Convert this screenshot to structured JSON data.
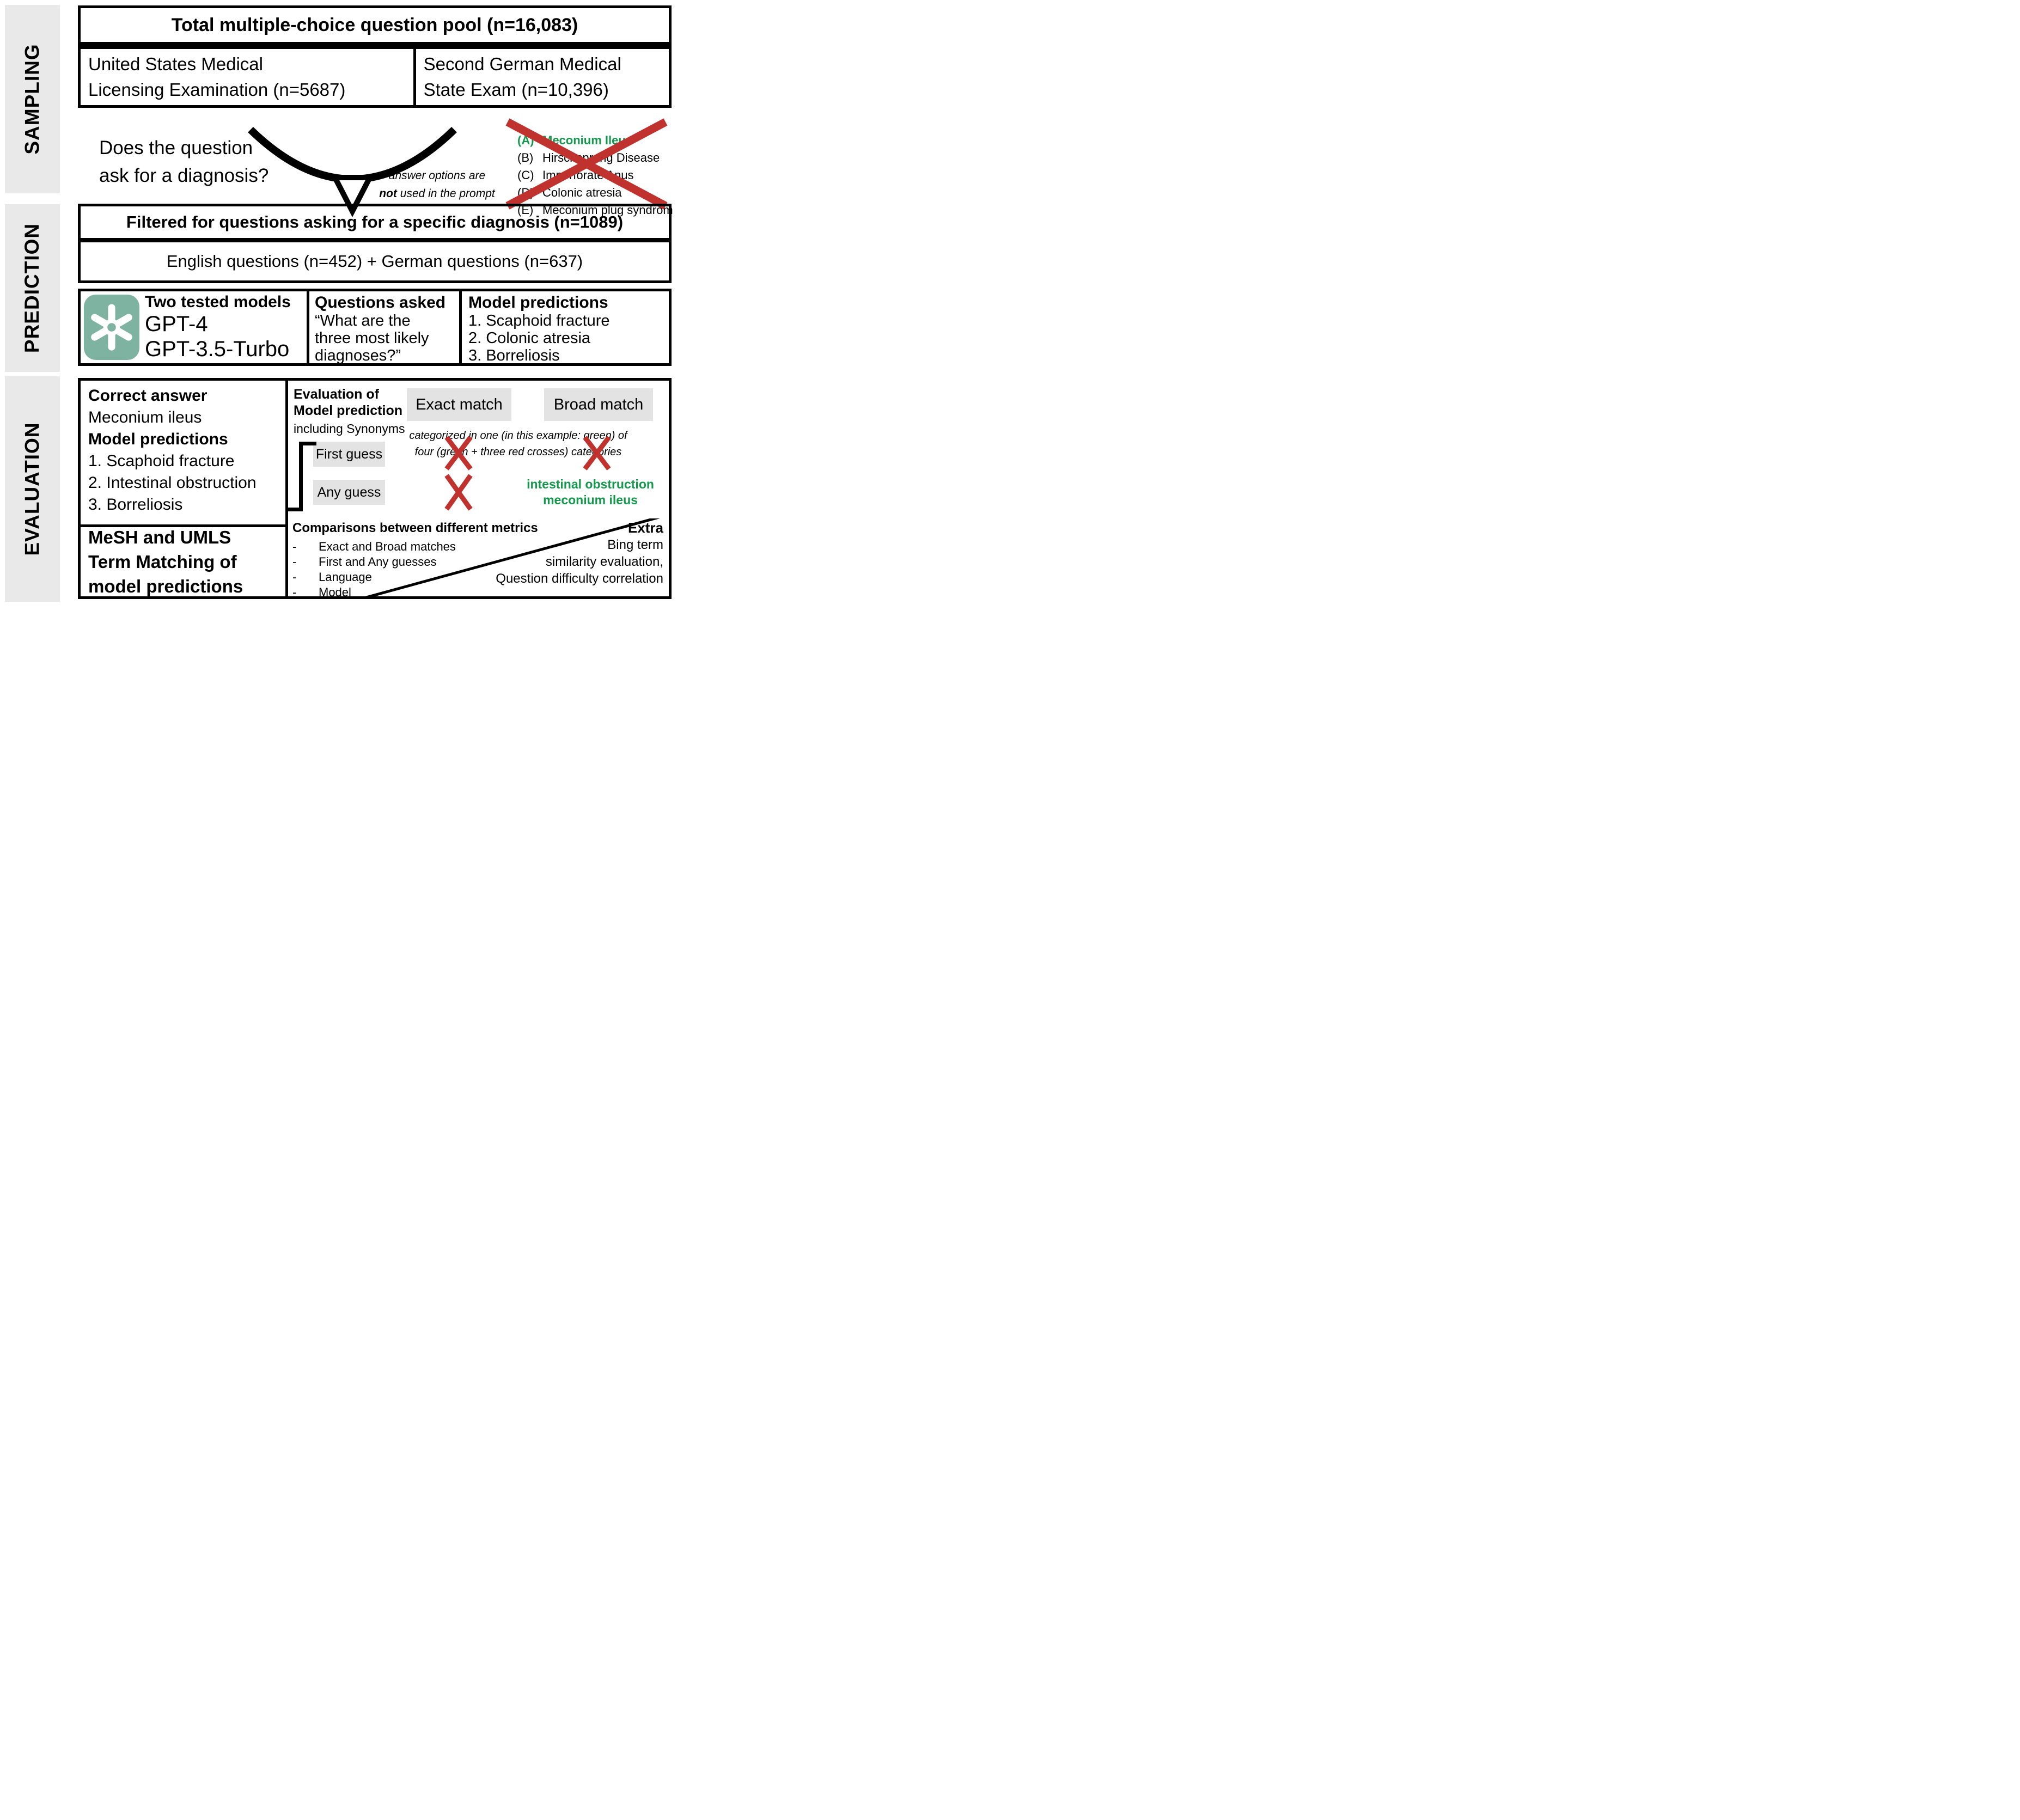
{
  "colors": {
    "cross_red": "#c0322e",
    "match_green": "#14994c",
    "logo_teal": "#7eb3a1",
    "chip_gray": "#e3e3e3",
    "sidebar_gray": "#e9e9e9"
  },
  "sidebar": {
    "items": [
      {
        "label": "SAMPLING"
      },
      {
        "label": "PREDICTION"
      },
      {
        "label": "EVALUATION"
      }
    ]
  },
  "sampling": {
    "pool_title": "Total multiple-choice question pool (n=16,083)",
    "sources": [
      {
        "lines": [
          "United States Medical",
          "Licensing Examination (n=5687)"
        ]
      },
      {
        "lines": [
          "Second German Medical",
          "State Exam (n=10,396)"
        ]
      }
    ],
    "filter_question_lines": [
      "Does the question",
      "ask for a diagnosis?"
    ],
    "funnel_note": {
      "line1": "answer options are",
      "bold": "not",
      "rest": " used in the prompt"
    },
    "answer_options": [
      {
        "letter": "(A)",
        "text": "Meconium Ileus"
      },
      {
        "letter": "(B)",
        "text": "Hirschsprung Disease"
      },
      {
        "letter": "(C)",
        "text": "Imperforate Anus"
      },
      {
        "letter": "(D)",
        "text": "Colonic atresia"
      },
      {
        "letter": "(E)",
        "text": "Meconium plug syndrom"
      }
    ]
  },
  "prediction": {
    "filtered_title": "Filtered for questions asking for a specific diagnosis (n=1089)",
    "language_split": "English questions (n=452) + German questions (n=637)",
    "models": {
      "header": "Two tested models",
      "items": [
        "GPT-4",
        "GPT-3.5-Turbo"
      ]
    },
    "questions_asked": {
      "header": "Questions asked",
      "quote_lines": [
        "“What are the",
        "three most likely",
        "diagnoses?”"
      ]
    },
    "model_predictions": {
      "header": "Model predictions",
      "items": [
        "1. Scaphoid fracture",
        "2. Colonic atresia",
        "3. Borreliosis"
      ]
    }
  },
  "evaluation": {
    "correct_answer": {
      "header": "Correct answer",
      "value": "Meconium ileus"
    },
    "model_predictions": {
      "header": "Model predictions",
      "items": [
        "1. Scaphoid fracture",
        "2. Intestinal obstruction",
        "3. Borreliosis"
      ]
    },
    "eval_label": {
      "bold_lines": [
        "Evaluation of",
        "Model prediction"
      ],
      "note": "including Synonyms"
    },
    "match_types": [
      {
        "label": "Exact match"
      },
      {
        "label": "Broad match"
      }
    ],
    "categorized_note_lines": [
      "categorized in one (in this example: green) of",
      "four (green + three red crosses) categories"
    ],
    "guess_rows": [
      {
        "label": "First guess"
      },
      {
        "label": "Any guess"
      }
    ],
    "broad_match_result_lines": [
      "intestinal obstruction",
      "meconium ileus"
    ],
    "mesh_lines": [
      "MeSH and UMLS",
      "Term Matching of",
      "model predictions"
    ],
    "comparisons": {
      "header": "Comparisons between different metrics",
      "dash": "-",
      "items": [
        "Exact and Broad matches",
        "First and Any guesses",
        "Language",
        "Model"
      ]
    },
    "extra": {
      "header": "Extra",
      "lines": [
        "Bing term",
        "similarity evaluation,",
        "Question difficulty correlation"
      ]
    }
  }
}
